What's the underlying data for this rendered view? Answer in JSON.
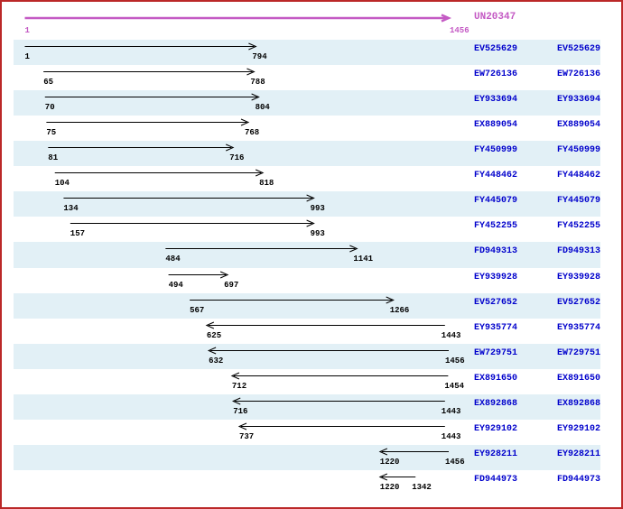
{
  "colors": {
    "reference_accent": "#c45ac4",
    "accession_link": "#0000cc",
    "row_band": "#e2f0f6",
    "frame_border": "#bb2828",
    "arrow": "#000000"
  },
  "chart_data": {
    "type": "bar",
    "subtype": "horizontal-interval-alignment",
    "x_range": [
      1,
      1456
    ],
    "legend": null,
    "reference": {
      "label": "UN20347",
      "start": 1,
      "end": 1456,
      "direction": "right"
    },
    "items": [
      {
        "label": "EV525629",
        "start": 1,
        "end": 794,
        "direction": "right"
      },
      {
        "label": "EW726136",
        "start": 65,
        "end": 788,
        "direction": "right"
      },
      {
        "label": "EY933694",
        "start": 70,
        "end": 804,
        "direction": "right"
      },
      {
        "label": "EX889054",
        "start": 75,
        "end": 768,
        "direction": "right"
      },
      {
        "label": "FY450999",
        "start": 81,
        "end": 716,
        "direction": "right"
      },
      {
        "label": "FY448462",
        "start": 104,
        "end": 818,
        "direction": "right"
      },
      {
        "label": "FY445079",
        "start": 134,
        "end": 993,
        "direction": "right"
      },
      {
        "label": "FY452255",
        "start": 157,
        "end": 993,
        "direction": "right"
      },
      {
        "label": "FD949313",
        "start": 484,
        "end": 1141,
        "direction": "right"
      },
      {
        "label": "EY939928",
        "start": 494,
        "end": 697,
        "direction": "right"
      },
      {
        "label": "EV527652",
        "start": 567,
        "end": 1266,
        "direction": "right"
      },
      {
        "label": "EY935774",
        "start": 625,
        "end": 1443,
        "direction": "left"
      },
      {
        "label": "EW729751",
        "start": 632,
        "end": 1456,
        "direction": "left"
      },
      {
        "label": "EX891650",
        "start": 712,
        "end": 1454,
        "direction": "left"
      },
      {
        "label": "EX892868",
        "start": 716,
        "end": 1443,
        "direction": "left"
      },
      {
        "label": "EY929102",
        "start": 737,
        "end": 1443,
        "direction": "left"
      },
      {
        "label": "EY928211",
        "start": 1220,
        "end": 1456,
        "direction": "left"
      },
      {
        "label": "FD944973",
        "start": 1220,
        "end": 1342,
        "direction": "left"
      }
    ]
  }
}
